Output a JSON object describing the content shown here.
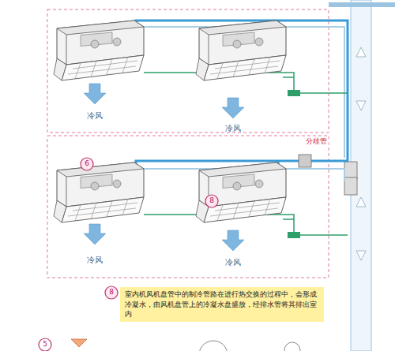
{
  "diagram": {
    "nodes": [
      {
        "text": [
          "室内机风机盘管中的制冷管路在进行热交换的过程中，会形成 冷凝水，由风机盘管上的冷凝水盘盛放，经排水管将其排出室内"
        ]
      }
    ],
    "labels": [
      "冷风",
      "冷风",
      "分歧管",
      "6",
      "8",
      "冷风",
      "冷风",
      "8",
      "5"
    ]
  }
}
